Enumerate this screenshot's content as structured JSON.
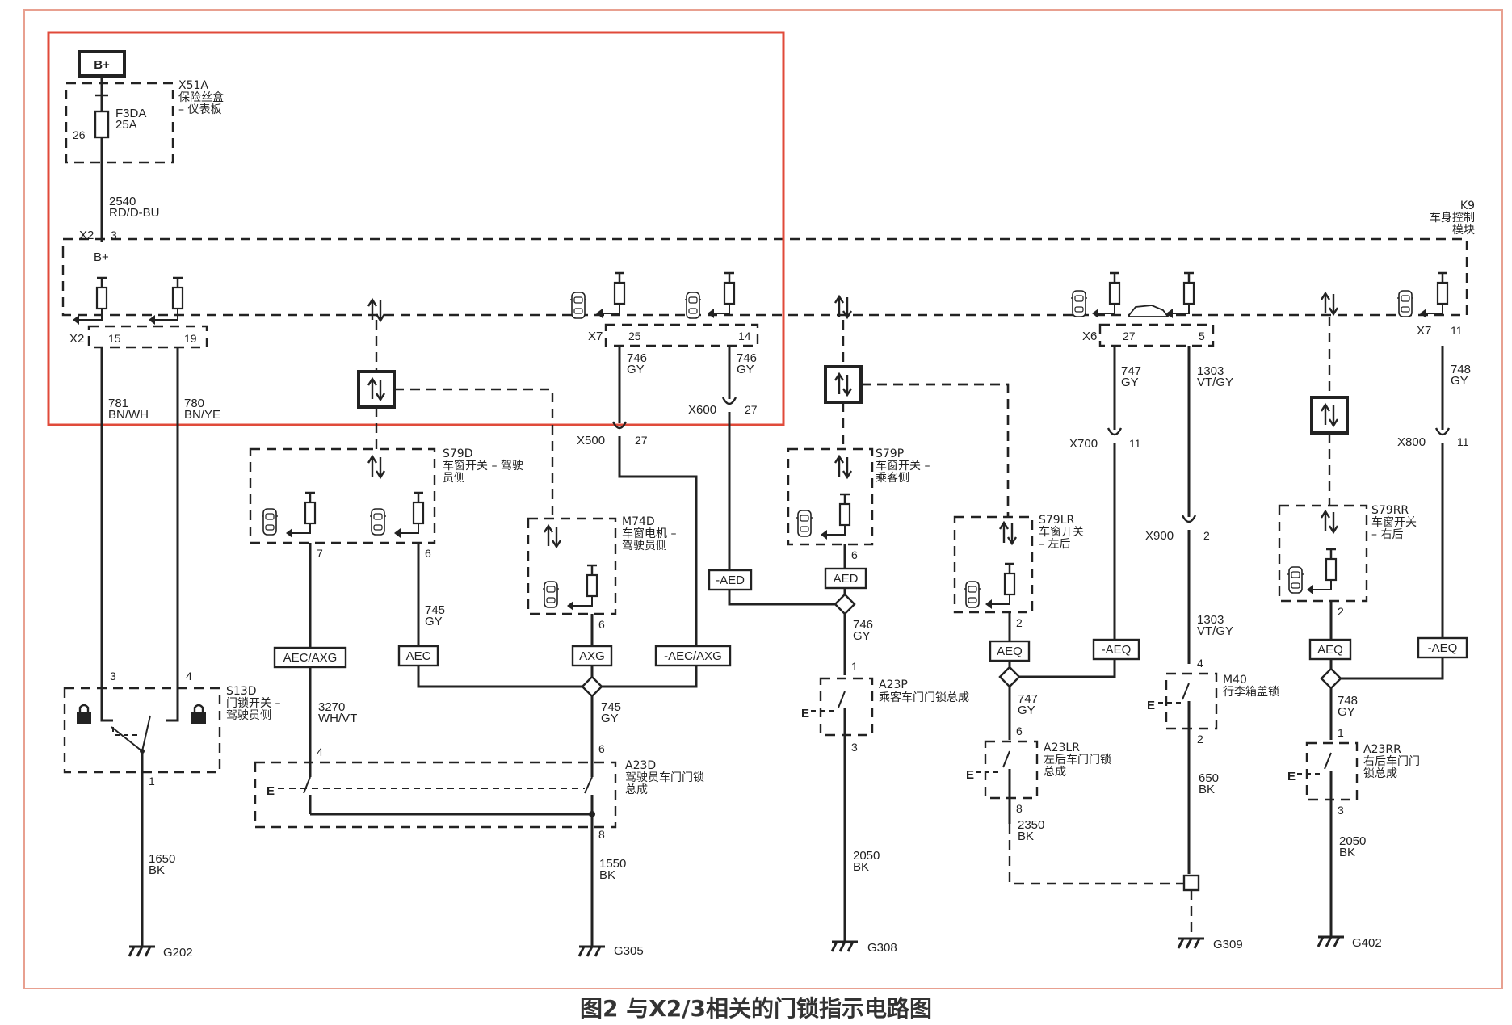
{
  "caption": "图2 与X2/3相关的门锁指示电路图",
  "supply": {
    "label": "B+",
    "bcm_pin_label": "B+"
  },
  "fuse_box": {
    "ref": "X51A",
    "name1": "保险丝盒",
    "name2": "– 仪表板",
    "fuse": "F3DA",
    "rating": "25A",
    "pin": "26"
  },
  "wire_2540": {
    "num": "2540",
    "color": "RD/D-BU"
  },
  "bcm": {
    "ref": "K9",
    "name1": "车身控制",
    "name2": "模块"
  },
  "connectors": {
    "x2_top": "X2",
    "x2_top_pin": "3",
    "x2_bot": "X2",
    "x2_pin15": "15",
    "x2_pin19": "19",
    "x7": "X7",
    "x7_pin25": "25",
    "x7_pin14": "14",
    "x6": "X6",
    "x6_pin27": "27",
    "x6_pin5": "5",
    "x7b": "X7",
    "x7b_pin": "11",
    "x500": "X500",
    "x500_pin": "27",
    "x600": "X600",
    "x600_pin": "27",
    "x700": "X700",
    "x700_pin": "11",
    "x800": "X800",
    "x800_pin": "11",
    "x900": "X900",
    "x900_pin": "2"
  },
  "wires": {
    "w781": {
      "num": "781",
      "color": "BN/WH"
    },
    "w780": {
      "num": "780",
      "color": "BN/YE"
    },
    "w746a": {
      "num": "746",
      "color": "GY"
    },
    "w746b": {
      "num": "746",
      "color": "GY"
    },
    "w747": {
      "num": "747",
      "color": "GY"
    },
    "w1303": {
      "num": "1303",
      "color": "VT/GY"
    },
    "w748": {
      "num": "748",
      "color": "GY"
    },
    "w745": {
      "num": "745",
      "color": "GY"
    },
    "w3270": {
      "num": "3270",
      "color": "WH/VT"
    },
    "w745b": {
      "num": "745",
      "color": "GY"
    },
    "w746c": {
      "num": "746",
      "color": "GY"
    },
    "w747b": {
      "num": "747",
      "color": "GY"
    },
    "w1303b": {
      "num": "1303",
      "color": "VT/GY"
    },
    "w748b": {
      "num": "748",
      "color": "GY"
    },
    "w1650": {
      "num": "1650",
      "color": "BK"
    },
    "w1550": {
      "num": "1550",
      "color": "BK"
    },
    "w2050a": {
      "num": "2050",
      "color": "BK"
    },
    "w2350": {
      "num": "2350",
      "color": "BK"
    },
    "w650": {
      "num": "650",
      "color": "BK"
    },
    "w2050b": {
      "num": "2050",
      "color": "BK"
    }
  },
  "components": {
    "s79d": {
      "ref": "S79D",
      "name1": "车窗开关 – 驾驶",
      "name2": "员侧",
      "pin7": "7",
      "pin6": "6"
    },
    "m74d": {
      "ref": "M74D",
      "name1": "车窗电机 –",
      "name2": "驾驶员侧",
      "pin": "6"
    },
    "s79p": {
      "ref": "S79P",
      "name1": "车窗开关 –",
      "name2": "乘客侧",
      "pin": "6"
    },
    "s79lr": {
      "ref": "S79LR",
      "name1": "车窗开关",
      "name2": "– 左后",
      "pin": "2"
    },
    "s79rr": {
      "ref": "S79RR",
      "name1": "车窗开关",
      "name2": "– 右后",
      "pin": "2"
    },
    "s13d": {
      "ref": "S13D",
      "name1": "门锁开关 –",
      "name2": "驾驶员侧",
      "pin3": "3",
      "pin4": "4",
      "pin1": "1"
    },
    "a23d": {
      "ref": "A23D",
      "name1": "驾驶员车门门锁",
      "name2": "总成",
      "pin4": "4",
      "pin6": "6",
      "pin8": "8"
    },
    "a23p": {
      "ref": "A23P",
      "name1": "乘客车门门锁总成",
      "pin1": "1",
      "pin3": "3"
    },
    "a23lr": {
      "ref": "A23LR",
      "name1": "左后车门门锁",
      "name2": "总成",
      "pin6": "6",
      "pin8": "8"
    },
    "m40": {
      "ref": "M40",
      "name1": "行李箱盖锁",
      "pin4": "4",
      "pin2": "2"
    },
    "a23rr": {
      "ref": "A23RR",
      "name1": "右后车门门",
      "name2": "锁总成",
      "pin1": "1",
      "pin3": "3"
    }
  },
  "inline": {
    "aec_axg": "AEC/AXG",
    "aec": "AEC",
    "axg": "AXG",
    "n_aec_axg": "-AEC/AXG",
    "n_aed": "-AED",
    "aed": "AED",
    "aeq1": "AEQ",
    "n_aeq1": "-AEQ",
    "aeq2": "AEQ",
    "n_aeq2": "-AEQ"
  },
  "grounds": {
    "g202": "G202",
    "g305": "G305",
    "g308": "G308",
    "g309": "G309",
    "g402": "G402"
  },
  "colors": {
    "highlight": "#e04a3a",
    "border": "#e8a090",
    "ink": "#222222"
  }
}
